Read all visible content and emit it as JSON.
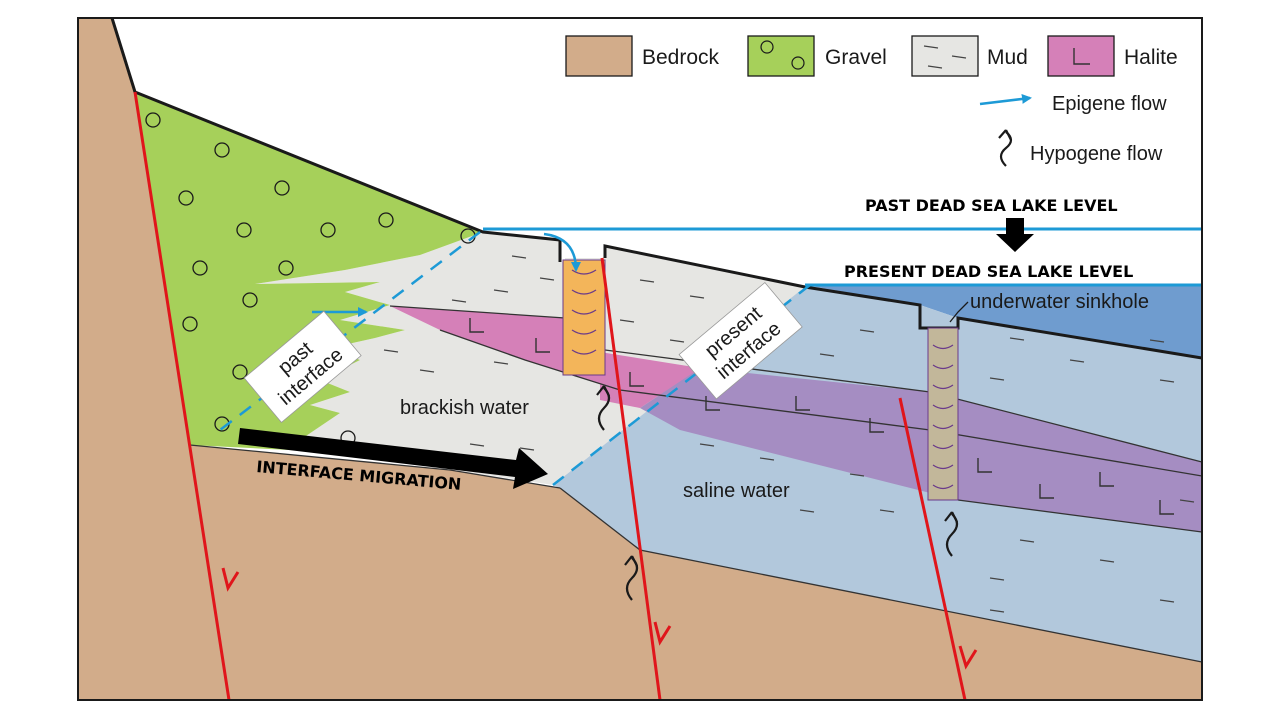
{
  "legend": {
    "items": [
      {
        "label": "Bedrock",
        "color": "#d2ac8a"
      },
      {
        "label": "Gravel",
        "color": "#a6d05a"
      },
      {
        "label": "Mud",
        "color": "#e6e6e3"
      },
      {
        "label": "Halite",
        "color": "#d580b8"
      }
    ],
    "epigene_flow": "Epigene flow",
    "hypogene_flow": "Hypogene flow"
  },
  "labels": {
    "past_lake_level": "PAST DEAD SEA LAKE LEVEL",
    "present_lake_level": "PRESENT DEAD SEA LAKE LEVEL",
    "underwater_sinkhole": "underwater sinkhole",
    "past_interface_line1": "past",
    "past_interface_line2": "interface",
    "present_interface_line1": "present",
    "present_interface_line2": "interface",
    "brackish_water": "brackish water",
    "saline_water": "saline water",
    "interface_migration": "INTERFACE MIGRATION"
  },
  "colors": {
    "bedrock": "#d2ac8a",
    "gravel": "#a6d05a",
    "mud": "#e6e6e3",
    "halite": "#d580b8",
    "saline": "#b2c8dc",
    "halite_saline": "#a58dc2",
    "lake": "#6f9ccf",
    "fault": "#e0151b",
    "epigene": "#1d9ad6",
    "sinkhole_fill": "#f3b55a",
    "sinkhole_old": "#c2b79a"
  },
  "icons": [
    "epigene-flow-arrow-icon",
    "hypogene-flow-arrow-icon",
    "fault-slip-icon",
    "gravel-circle-icon",
    "halite-symbol-icon"
  ]
}
